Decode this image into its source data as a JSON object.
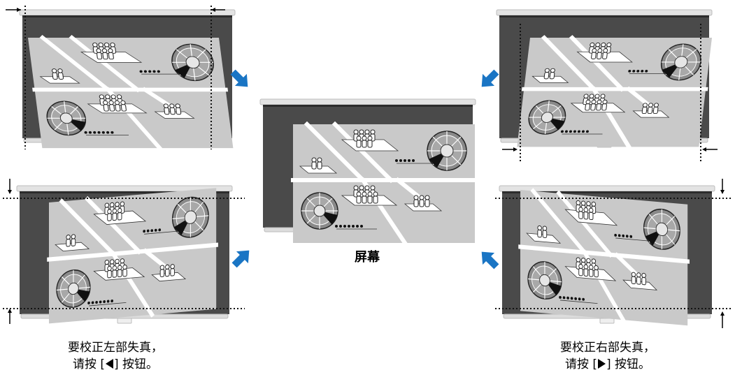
{
  "center_label": "屏幕",
  "caption_left": {
    "line1": "要校正左部失真，",
    "line2_prefix": "请按 [",
    "line2_suffix": "] 按钮。",
    "key_icon": "left-triangle-icon"
  },
  "caption_right": {
    "line1": "要校正右部失真，",
    "line2_prefix": "请按 [",
    "line2_suffix": "] 按钮。",
    "key_icon": "right-triangle-icon"
  },
  "colors": {
    "arrow_blue": "#1a75c4",
    "screen_frame": "#4a4a4a",
    "image_bg": "#c9c9c9"
  }
}
